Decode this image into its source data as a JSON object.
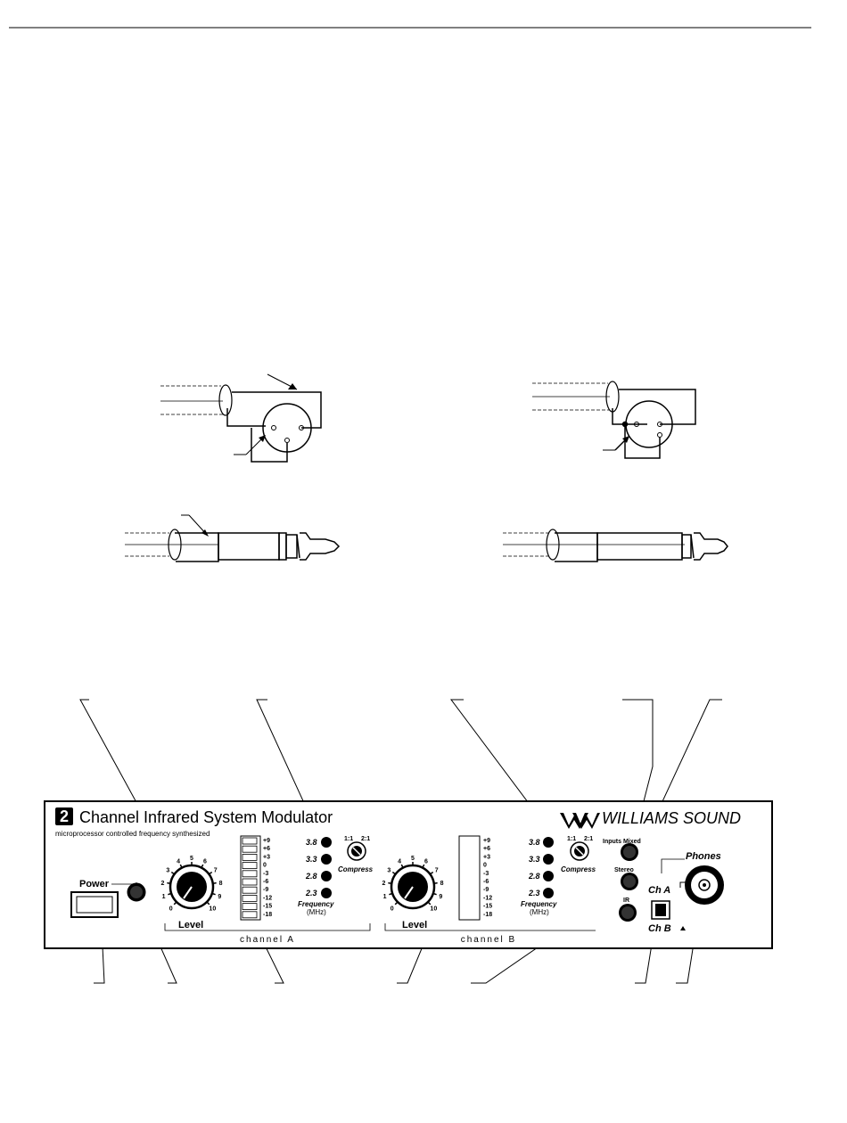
{
  "panel": {
    "badge": "2",
    "title": "Channel Infrared System Modulator",
    "subtitle": "microprocessor controlled frequency synthesized",
    "brand": "WILLIAMS SOUND",
    "power_label": "Power",
    "level_label": "Level",
    "channel_a": "channel A",
    "channel_b": "channel B",
    "compress_label": "Compress",
    "compress_ratios": [
      "1:1",
      "2:1"
    ],
    "frequency_label": "Frequency",
    "frequency_unit": "(MHz)",
    "frequencies": [
      "3.8",
      "3.3",
      "2.8",
      "2.3"
    ],
    "meter_scale": [
      "+9",
      "+6",
      "+3",
      "0",
      "-3",
      "-6",
      "-9",
      "-12",
      "-15",
      "-18"
    ],
    "level_ticks": [
      "0",
      "1",
      "2",
      "3",
      "4",
      "5",
      "6",
      "7",
      "8",
      "9",
      "10"
    ],
    "inputs_mixed": "Inputs Mixed",
    "stereo": "Stereo",
    "ir": "IR",
    "ch_a": "Ch A",
    "ch_b": "Ch B",
    "phones": "Phones"
  }
}
